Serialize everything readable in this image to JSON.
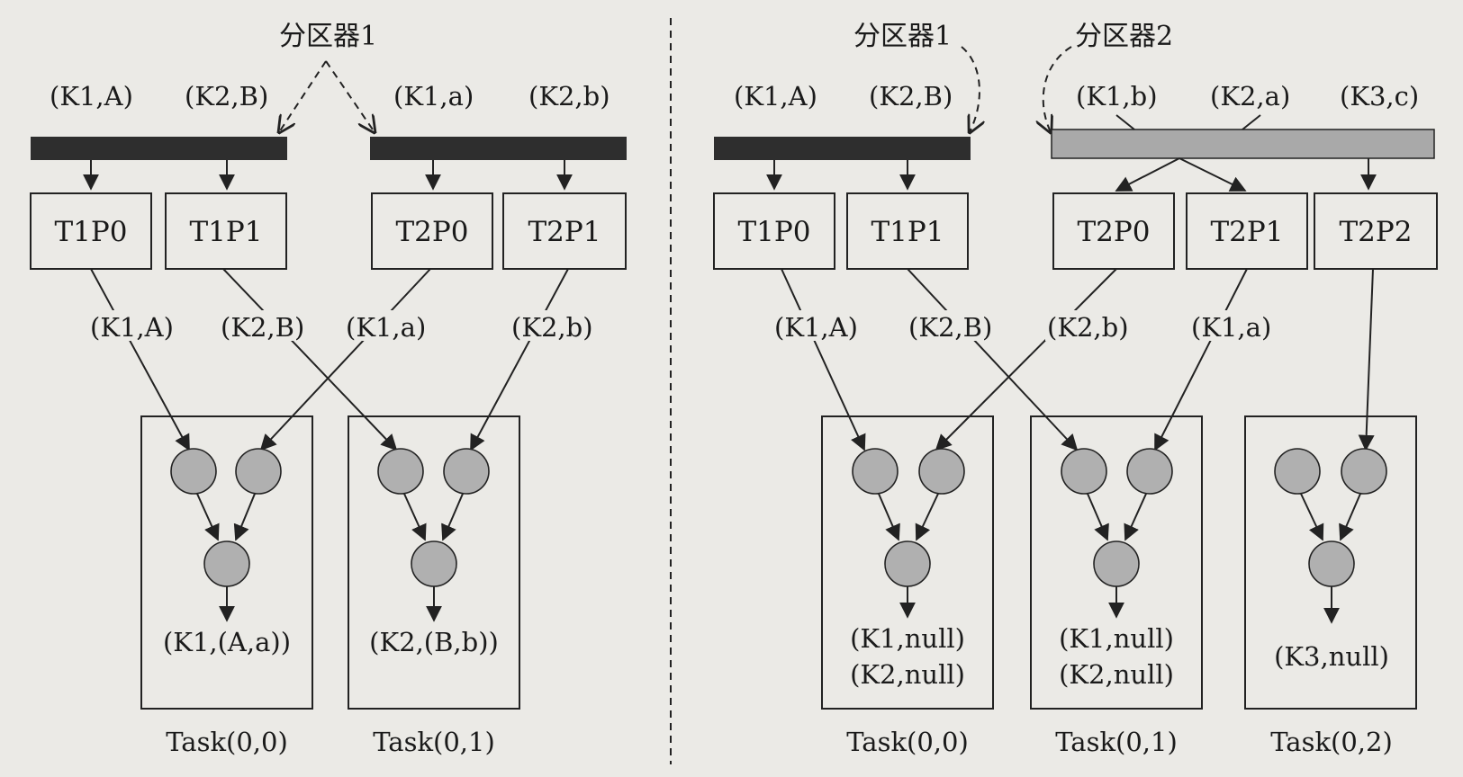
{
  "left": {
    "partitioner_label": "分区器1",
    "top_labels": [
      "(K1,A)",
      "(K2,B)",
      "(K1,a)",
      "(K2,b)"
    ],
    "partitions": [
      "T1P0",
      "T1P1",
      "T2P0",
      "T2P1"
    ],
    "edge_labels": [
      "(K1,A)",
      "(K2,B)",
      "(K1,a)",
      "(K2,b)"
    ],
    "outputs": [
      [
        "(K1,(A,a))"
      ],
      [
        "(K2,(B,b))"
      ]
    ],
    "tasks": [
      "Task(0,0)",
      "Task(0,1)"
    ]
  },
  "right": {
    "partitioner1_label": "分区器1",
    "partitioner2_label": "分区器2",
    "top_labels": [
      "(K1,A)",
      "(K2,B)",
      "(K1,b)",
      "(K2,a)",
      "(K3,c)"
    ],
    "partitions": [
      "T1P0",
      "T1P1",
      "T2P0",
      "T2P1",
      "T2P2"
    ],
    "edge_labels": [
      "(K1,A)",
      "(K2,B)",
      "(K2,b)",
      "(K1,a)"
    ],
    "outputs": [
      [
        "(K1,null)",
        "(K2,null)"
      ],
      [
        "(K1,null)",
        "(K2,null)"
      ],
      [
        "(K3,null)"
      ]
    ],
    "tasks": [
      "Task(0,0)",
      "Task(0,1)",
      "Task(0,2)"
    ]
  },
  "colors": {
    "dark_bar": "#2e2e2e",
    "light_bar": "#a9a9a9",
    "node_fill": "#b0b0b0",
    "line": "#222222",
    "background": "#ebeae6"
  }
}
